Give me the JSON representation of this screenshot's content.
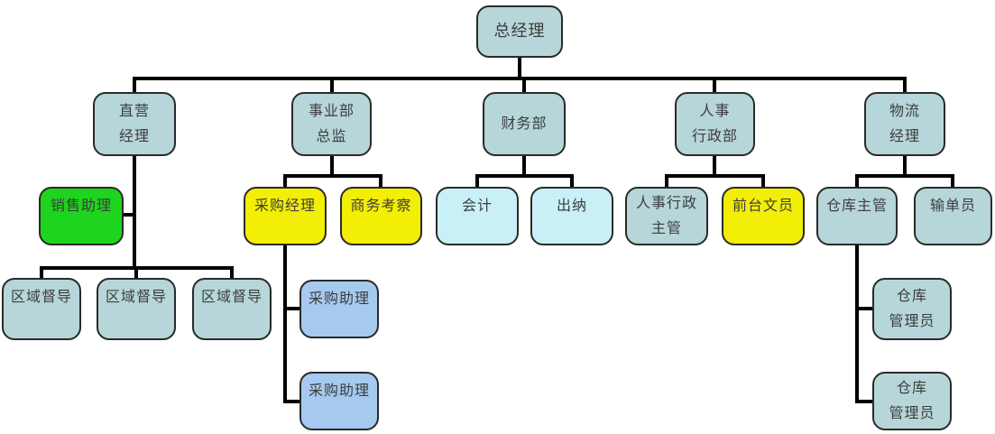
{
  "nodes": {
    "general_manager": {
      "label": "总经理"
    },
    "direct_operations_manager": {
      "label": "直营\n经理"
    },
    "business_division_director": {
      "label": "事业部\n总监"
    },
    "finance_department": {
      "label": "财务部"
    },
    "hr_admin_department": {
      "label": "人事\n行政部"
    },
    "logistics_manager": {
      "label": "物流\n经理"
    },
    "sales_assistant": {
      "label": "销售助理"
    },
    "procurement_manager": {
      "label": "采购经理"
    },
    "business_inspection": {
      "label": "商务考察"
    },
    "accountant": {
      "label": "会计"
    },
    "cashier": {
      "label": "出纳"
    },
    "hr_admin_supervisor": {
      "label": "人事行政\n主管"
    },
    "front_desk_clerk": {
      "label": "前台文员"
    },
    "warehouse_supervisor": {
      "label": "仓库主管"
    },
    "order_entry_clerk": {
      "label": "输单员"
    },
    "regional_supervisor": {
      "label": "区域督导"
    },
    "procurement_assistant": {
      "label": "采购助理"
    },
    "warehouse_keeper": {
      "label": "仓库\n管理员"
    }
  },
  "colors": {
    "node-default": "#b6d6d9",
    "node-cyan": "#c9f0f7",
    "node-green": "#1ed41e",
    "node-yellow": "#f2ee06",
    "node-blue": "#a6c9ef",
    "node-border": "#2a2a2a",
    "connector": "#000000",
    "text": "#3d3d3d",
    "background": "#ffffff"
  }
}
